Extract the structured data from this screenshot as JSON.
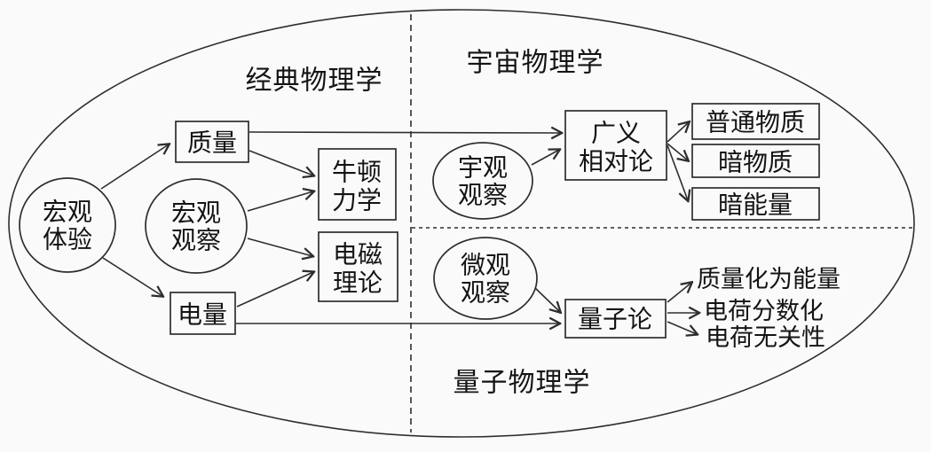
{
  "diagram": {
    "background_color": "#fafafa",
    "line_color": "#2e2e2e",
    "text_color": "#141414",
    "regions": [
      {
        "id": "classical-physics",
        "label": "经典物理学"
      },
      {
        "id": "cosmic-physics",
        "label": "宇宙物理学"
      },
      {
        "id": "quantum-physics",
        "label": "量子物理学"
      }
    ],
    "circles": [
      {
        "id": "macro-experience",
        "line1": "宏观",
        "line2": "体验"
      },
      {
        "id": "macro-observation",
        "line1": "宏观",
        "line2": "观察"
      },
      {
        "id": "cosmic-observation",
        "line1": "宇观",
        "line2": "观察"
      },
      {
        "id": "micro-observation",
        "line1": "微观",
        "line2": "观察"
      }
    ],
    "boxes": [
      {
        "id": "mass",
        "label": "质量"
      },
      {
        "id": "charge",
        "label": "电量"
      },
      {
        "id": "newton-mechanics",
        "line1": "牛顿",
        "line2": "力学"
      },
      {
        "id": "em-theory",
        "line1": "电磁",
        "line2": "理论"
      },
      {
        "id": "general-relativity",
        "line1": "广义",
        "line2": "相对论"
      },
      {
        "id": "ordinary-matter",
        "label": "普通物质"
      },
      {
        "id": "dark-matter",
        "label": "暗物质"
      },
      {
        "id": "dark-energy",
        "label": "暗能量"
      },
      {
        "id": "quantum-theory",
        "label": "量子论"
      }
    ],
    "outcomes": [
      {
        "id": "mass-to-energy",
        "label": "质量化为能量"
      },
      {
        "id": "charge-fractionalization",
        "label": "电荷分数化"
      },
      {
        "id": "charge-independence",
        "label": "电荷无关性"
      }
    ]
  }
}
